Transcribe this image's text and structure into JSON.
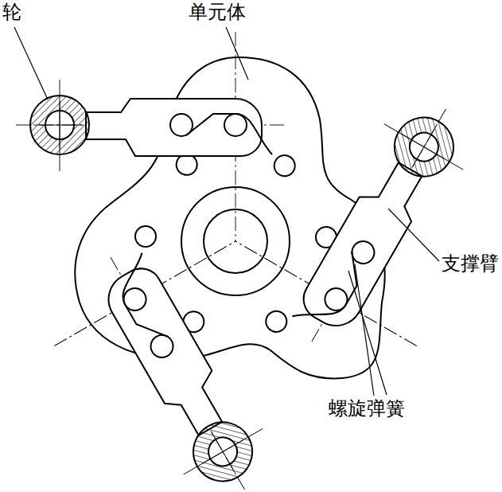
{
  "diagram": {
    "labels": [
      "轮",
      "单元体",
      "支撑臂",
      "螺旋弹簧"
    ]
  }
}
